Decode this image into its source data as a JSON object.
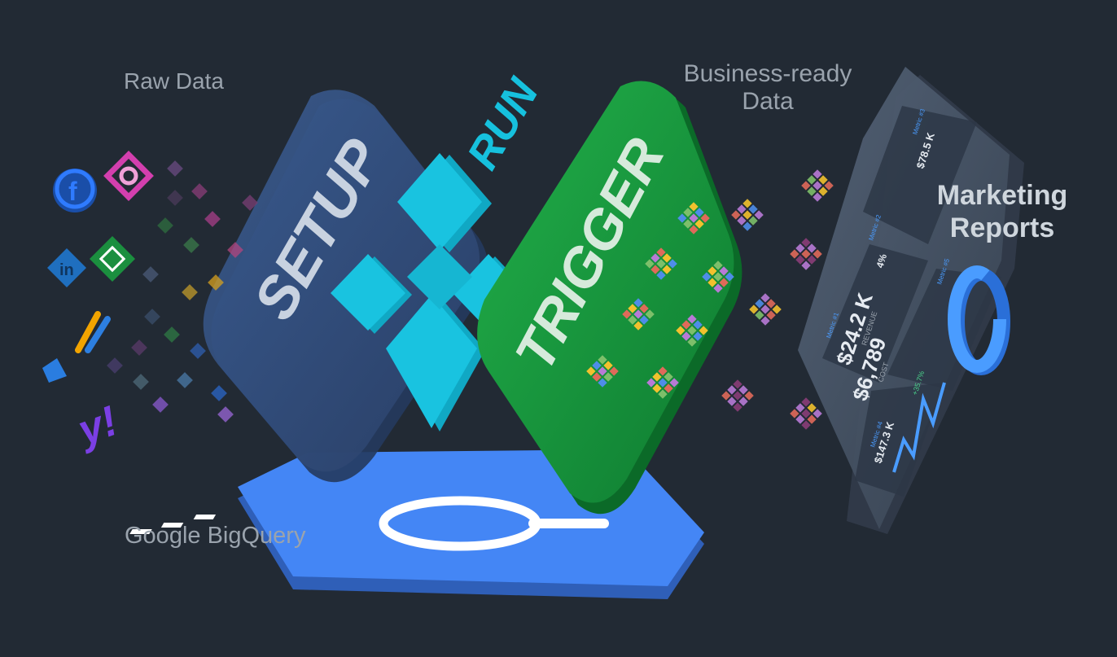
{
  "labels": {
    "raw_data": "Raw Data",
    "business_ready": "Business-ready",
    "business_ready_2": "Data",
    "google_bigquery": "Google BigQuery",
    "marketing": "Marketing",
    "reports": "Reports"
  },
  "stages": {
    "setup": "SETUP",
    "run": "RUN",
    "trigger": "TRIGGER"
  },
  "dashboard": {
    "metric_1": "$24.2 K",
    "metric_1_sub": "REVENUE",
    "metric_2": "$6,789",
    "metric_2_sub": "COST",
    "metric_3": "$147.3 K",
    "metric_4": "$78.5 K",
    "metric_5": "4%",
    "delta": "+35.7%",
    "tile_1": "Metric #1",
    "tile_2": "Metric #2",
    "tile_3": "Metric #3",
    "tile_4": "Metric #4",
    "tile_5": "Metric #5"
  },
  "icons": [
    "facebook-icon",
    "instagram-icon",
    "linkedin-icon",
    "google-sheets-icon",
    "google-analytics-icon",
    "google-ads-icon",
    "yahoo-icon",
    "bigquery-icon"
  ],
  "colors": {
    "background": "#222a34",
    "setup": "#34507f",
    "run": "#0ab9d6",
    "trigger": "#139a3c",
    "bigquery": "#4285f4"
  }
}
